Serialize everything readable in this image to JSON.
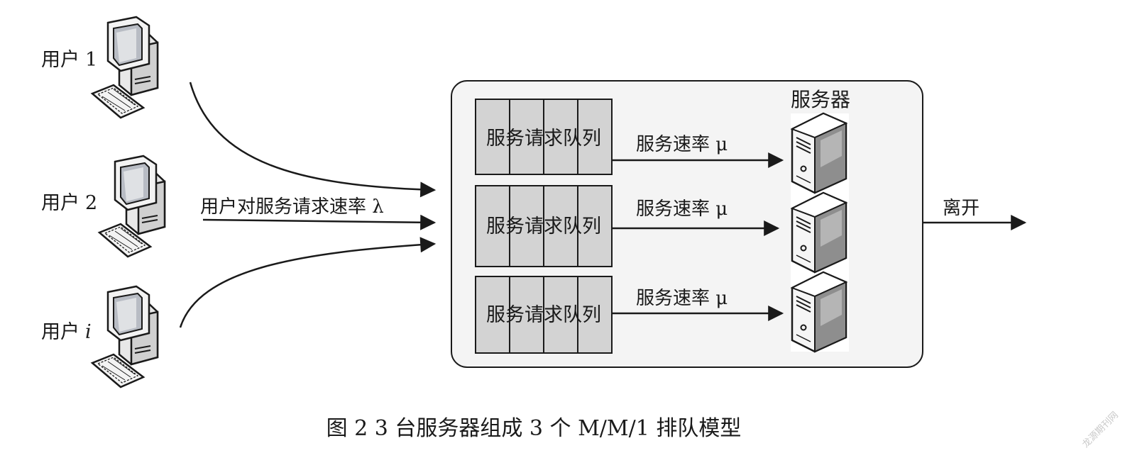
{
  "users": [
    {
      "prefix": "用户",
      "num": "1"
    },
    {
      "prefix": "用户",
      "num": "2"
    },
    {
      "prefix": "用户",
      "num": "i"
    }
  ],
  "arrival_label": "用户对服务请求速率 λ",
  "queue_label": "服务请求队列",
  "service_rate_label": "服务速率 μ",
  "server_header": "服务器",
  "leave_label": "离开",
  "caption": "图 2   3 台服务器组成 3 个 M/M/1 排队模型",
  "watermark": "龙源期刊网",
  "colors": {
    "queue_cell": "#d3d3d3",
    "panel_fill": "#f4f4f4",
    "stroke": "#1a1a1a"
  },
  "icons": {
    "user": "desktop-computer-icon",
    "server": "server-tower-icon"
  }
}
